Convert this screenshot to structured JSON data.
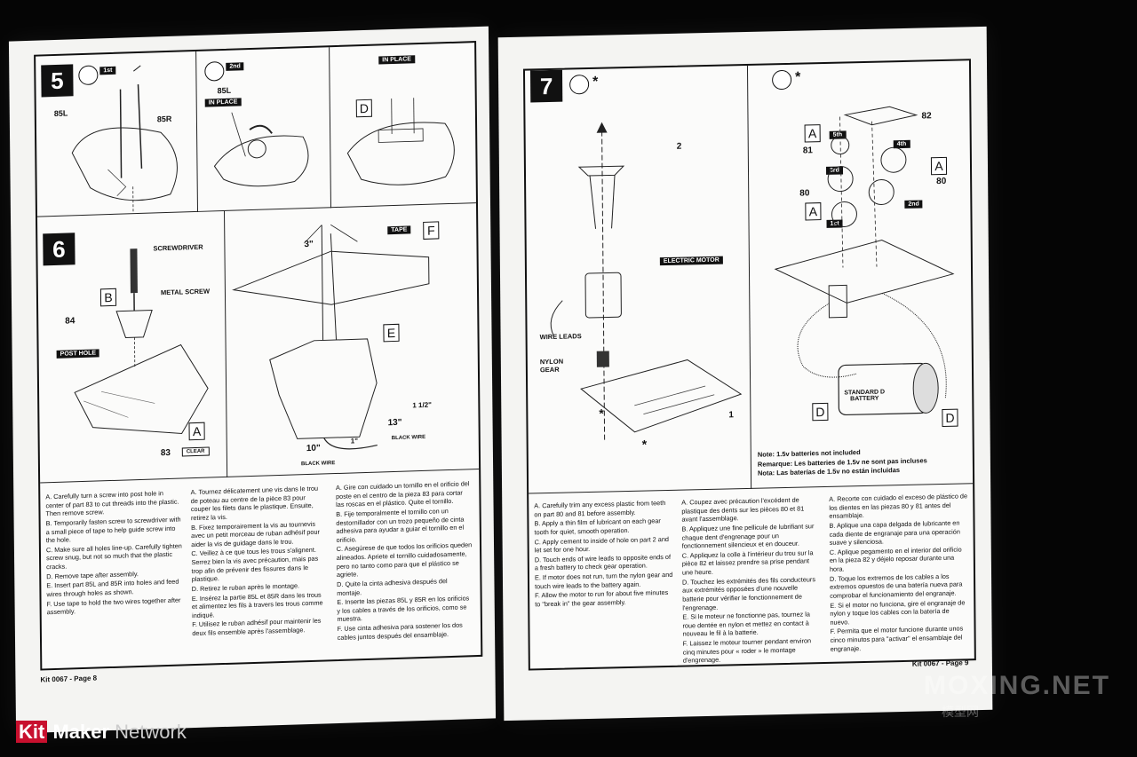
{
  "left_page": {
    "step5": {
      "number": "5",
      "sub1": {
        "badge": "1st",
        "parts": [
          "85L",
          "85R"
        ]
      },
      "sub2": {
        "badge": "2nd",
        "part": "85L",
        "tag": "IN PLACE"
      },
      "sub3": {
        "tag": "IN PLACE",
        "letter": "D"
      }
    },
    "step6": {
      "number": "6",
      "callouts": {
        "screwdriver": "SCREWDRIVER",
        "metal_screw": "METAL SCREW",
        "post_hole": "POST HOLE",
        "tape": "TAPE"
      },
      "letters": {
        "b": "B",
        "a": "A",
        "e": "E",
        "f": "F"
      },
      "parts": {
        "p84": "84",
        "p83": "83",
        "clear": "CLEAR"
      },
      "dims": {
        "d3": "3\"",
        "d1a": "1\"",
        "d10": "10\"",
        "d13": "13\"",
        "d1half": "1 1/2\""
      },
      "wire_labels": {
        "black_wire_1": "BLACK WIRE",
        "black_wire_2": "BLACK WIRE"
      }
    },
    "text_en": [
      "A. Carefully turn a screw into post hole in center of part 83 to cut threads into the plastic. Then remove screw.",
      "B. Temporarily fasten screw to screwdriver with a small piece of tape to help guide screw into the hole.",
      "C. Make sure all holes line-up. Carefully tighten screw snug, but not so much that the plastic cracks.",
      "D. Remove tape after assembly.",
      "E. Insert part 85L and 85R into holes and feed wires through holes as shown.",
      "F. Use tape to hold the two wires together after assembly."
    ],
    "text_fr": [
      "A. Tournez délicatement une vis dans le trou de poteau au centre de la pièce 83 pour couper les filets dans le plastique. Ensuite, retirez la vis.",
      "B. Fixez temporairement la vis au tournevis avec un petit morceau de ruban adhésif pour aider la vis de guidage dans le trou.",
      "C. Veillez à ce que tous les trous s'alignent. Serrez bien la vis avec précaution, mais pas trop afin de prévenir des fissures dans le plastique.",
      "D. Retirez le ruban après le montage.",
      "E. Insérez la partie 85L et 85R dans les trous et alimentez les fils à travers les trous comme indiqué.",
      "F. Utilisez le ruban adhésif pour maintenir les deux fils ensemble après l'assemblage."
    ],
    "text_es": [
      "A. Gire con cuidado un tornillo en el orificio del poste en el centro de la pieza 83 para cortar las roscas en el plástico. Quite el tornillo.",
      "B. Fije temporalmente el tornillo con un destornillador con un trozo pequeño de cinta adhesiva para ayudar a guiar el tornillo en el orificio.",
      "C. Asegúrese de que todos los orificios queden alineados. Apriete el tornillo cuidadosamente, pero no tanto como para que el plástico se agriete.",
      "D. Quite la cinta adhesiva después del montaje.",
      "E. Inserte las piezas 85L y 85R en los orificios y los cables a través de los orificios, como se muestra.",
      "F. Use cinta adhesiva para sostener los dos cables juntos después del ensamblaje."
    ],
    "footer": "Kit 0067 - Page 8"
  },
  "right_page": {
    "step7": {
      "number": "7",
      "star": "*",
      "callouts": {
        "electric_motor": "ELECTRIC MOTOR",
        "wire_leads": "WIRE LEADS",
        "nylon_gear": "NYLON GEAR"
      },
      "parts": {
        "p1": "1",
        "p2": "2"
      },
      "stars": [
        "*",
        "*"
      ]
    },
    "gears": {
      "star": "*",
      "part82": "82",
      "part81": "81",
      "part80a": "80",
      "part80b": "80",
      "letters": [
        "A",
        "A",
        "A"
      ],
      "badges": [
        "5th",
        "4th",
        "3rd",
        "2nd",
        "1st"
      ],
      "battery_label": "STANDARD D BATTERY",
      "d_left": "D",
      "d_right": "D",
      "notes": [
        "Note: 1.5v batteries not included",
        "Remarque: Les batteries de 1.5v ne sont pas incluses",
        "Nota: Las baterías de 1.5v no están incluidas"
      ]
    },
    "text_en": [
      "A. Carefully trim any excess plastic from teeth on part 80 and 81 before assembly.",
      "B. Apply a thin film of lubricant on each gear tooth for quiet, smooth operation.",
      "C. Apply cement to inside of hole on part 2 and let set for one hour.",
      "D. Touch ends of wire leads to opposite ends of a fresh battery to check gear operation.",
      "E. If motor does not run, turn the nylon gear and touch wire leads to the battery again.",
      "F. Allow the motor to run for about five minutes to \"break in\" the gear assembly."
    ],
    "text_fr": [
      "A. Coupez avec précaution l'excédent de plastique des dents sur les pièces 80 et 81 avant l'assemblage.",
      "B. Appliquez une fine pellicule de lubrifiant sur chaque dent d'engrenage pour un fonctionnement silencieux et en douceur.",
      "C. Appliquez la colle à l'intérieur du trou sur la pièce 82 et laissez prendre sa prise pendant une heure.",
      "D. Touchez les extrémités des fils conducteurs aux extrémités opposées d'une nouvelle batterie pour vérifier le fonctionnement de l'engrenage.",
      "E. Si le moteur ne fonctionne pas, tournez la roue dentée en nylon et mettez en contact à nouveau le fil à la batterie.",
      "F. Laissez le moteur tourner pendant environ cinq minutes pour « roder » le montage d'engrenage."
    ],
    "text_es": [
      "A. Recorte con cuidado el exceso de plástico de los dientes en las piezas 80 y 81 antes del ensamblaje.",
      "B. Aplique una capa delgada de lubricante en cada diente de engranaje para una operación suave y silenciosa.",
      "C. Aplique pegamento en el interior del orificio en la pieza 82 y déjelo reposar durante una hora.",
      "D. Toque los extremos de los cables a los extremos opuestos de una batería nueva para comprobar el funcionamiento del engranaje.",
      "E. Si el motor no funciona, gire el engranaje de nylon y toque los cables con la batería de nuevo.",
      "F. Permita que el motor funcione durante unos cinco minutos para \"activar\" el ensamblaje del engranaje."
    ],
    "footer": "Kit 0067 - Page 9"
  },
  "branding": {
    "kit": "Kit",
    "maker": "Maker",
    "network": "Network",
    "watermark": "MOXING.NET",
    "watermark_cn": "模型网"
  }
}
